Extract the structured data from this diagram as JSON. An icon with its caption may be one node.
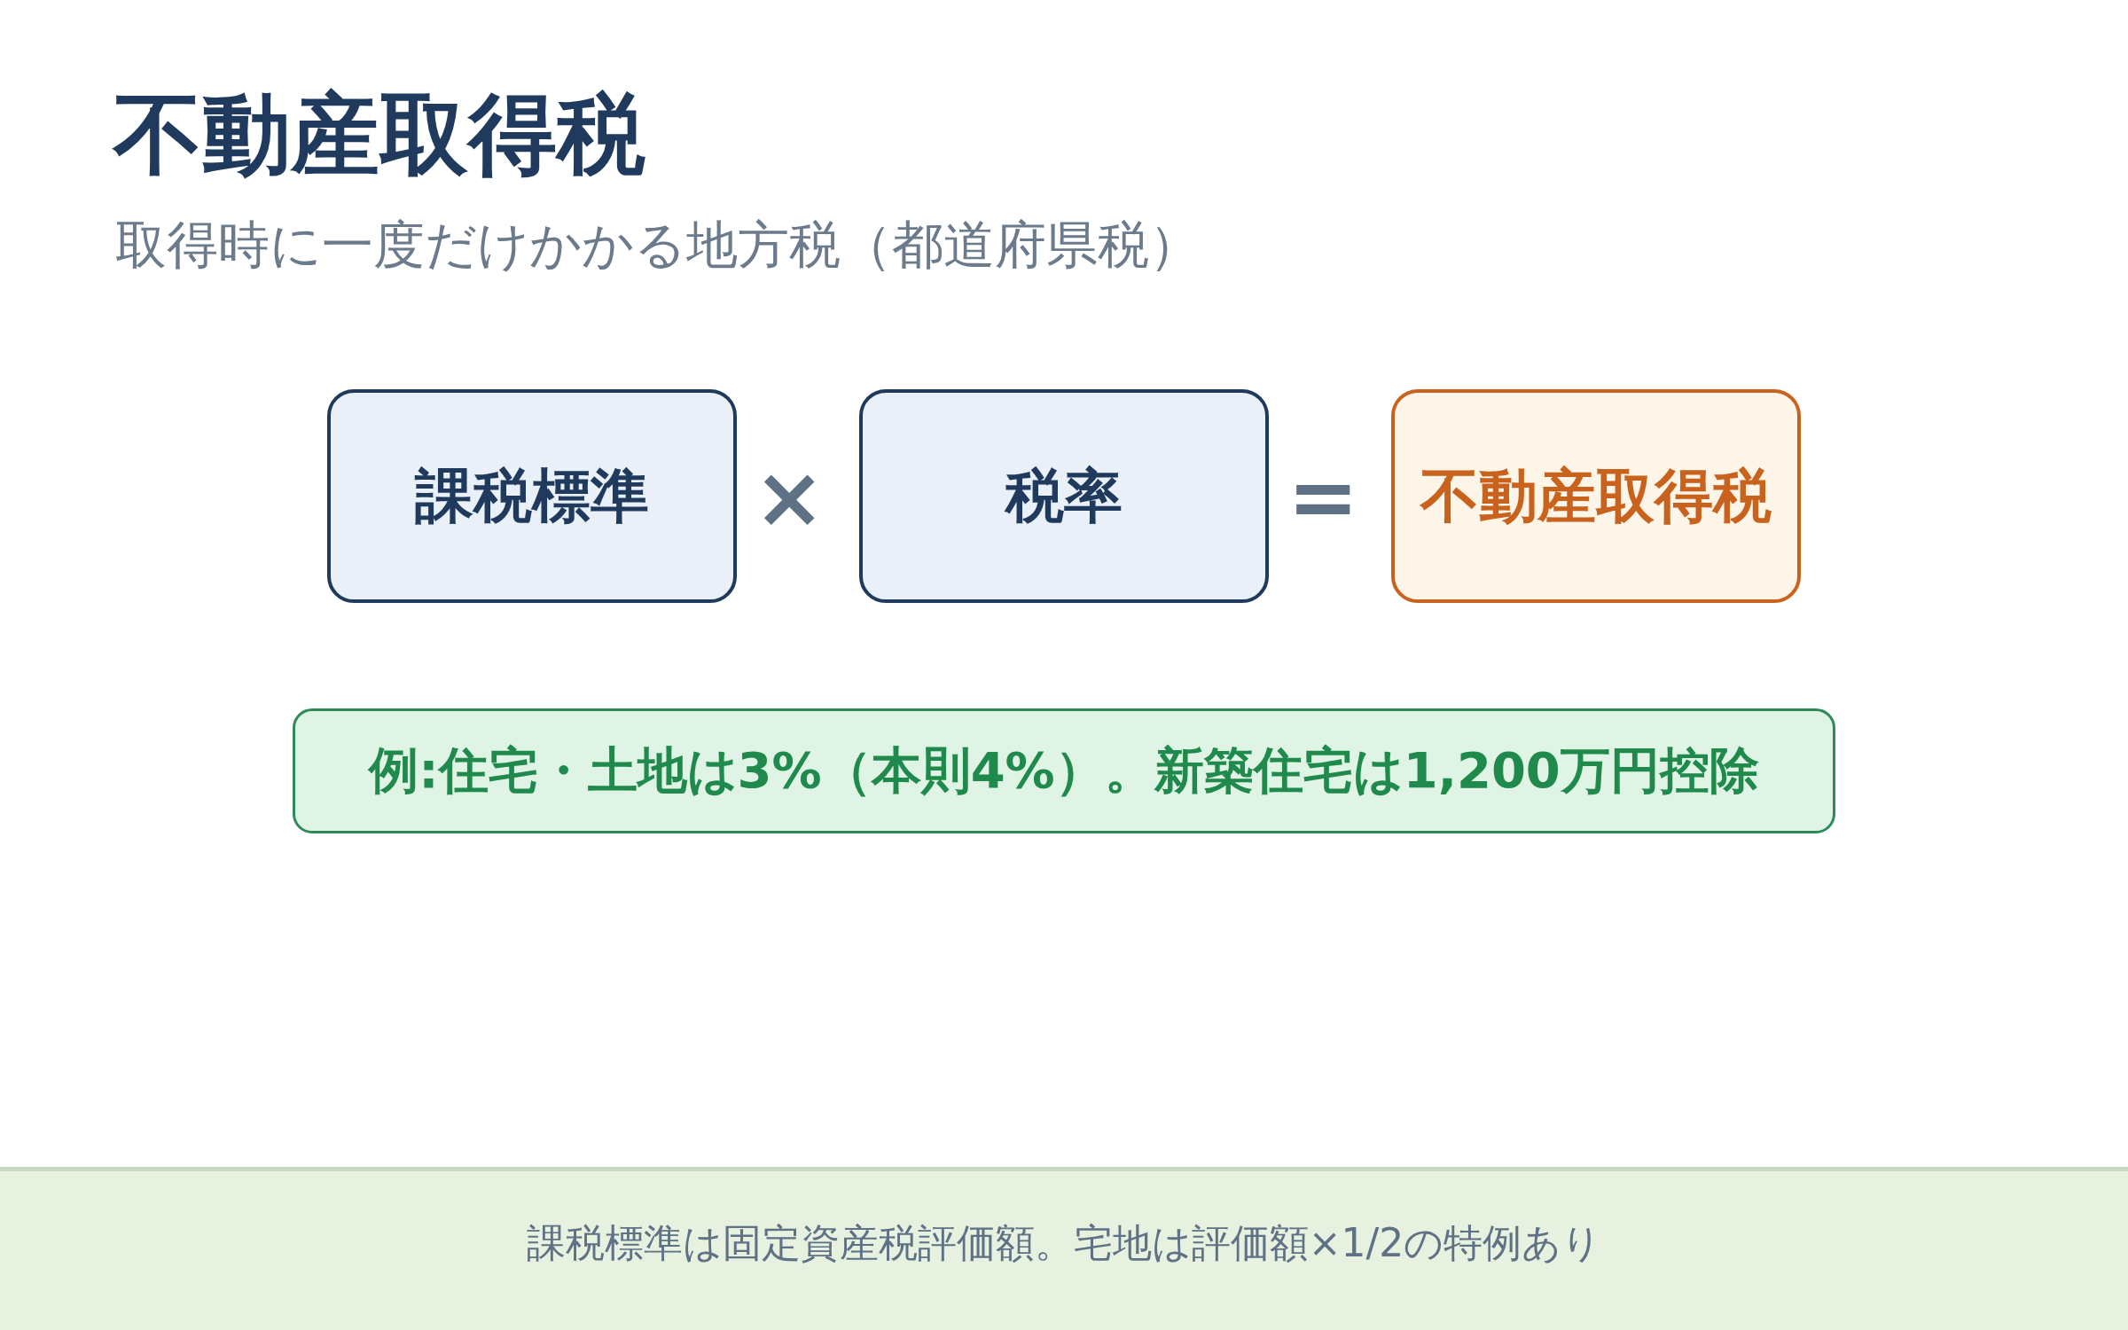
{
  "diagram": {
    "title": "不動産取得税",
    "nodes": [
      {
        "text": [
          "課税標準"
        ]
      },
      {
        "text": [
          "税率"
        ]
      },
      {
        "text": [
          "不動産取得税"
        ]
      },
      {
        "text": [
          "例:住宅・土地は3%（本則4%）。新築住宅は1,200万円控除"
        ]
      },
      {
        "text": [
          "課税標準は固定資産税評価額。宅地は評価額×1/2の特例あり"
        ]
      }
    ],
    "labels": [
      "取得時に一度だけかかる地方税（都道府県税）",
      "×",
      "="
    ]
  }
}
